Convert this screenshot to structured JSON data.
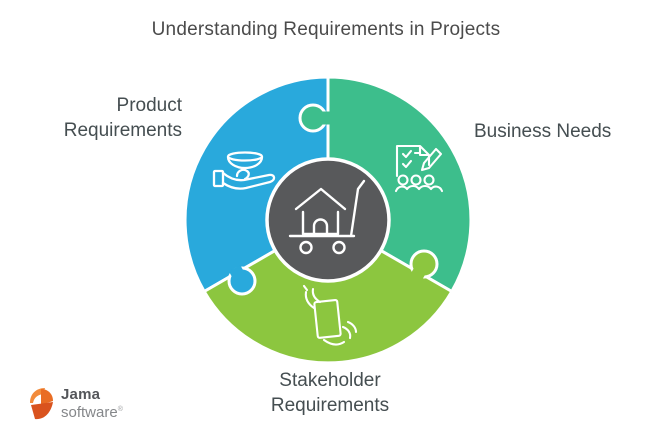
{
  "title": "Understanding Requirements in Projects",
  "diagram": {
    "icon_color": "#FFFFFF",
    "divider_color": "#FFFFFF",
    "segments": [
      {
        "name": "product-requirements",
        "label_line1": "Product",
        "label_line2": "Requirements",
        "color": "#29A9DC",
        "icon": "hand-offering-bowl-icon"
      },
      {
        "name": "business-needs",
        "label": "Business Needs",
        "color": "#3DBE8C",
        "icon": "checklist-team-icon"
      },
      {
        "name": "stakeholder-requirements",
        "label_line1": "Stakeholder",
        "label_line2": "Requirements",
        "color": "#8CC63F",
        "icon": "hands-holding-tablet-icon"
      }
    ],
    "center": {
      "color": "#58595B",
      "icon": "house-in-cart-icon"
    }
  },
  "logo": {
    "name": "Jama",
    "sub": "software",
    "reg": "®",
    "mark_colors": [
      "#D9531E",
      "#E96D24",
      "#F28B3B"
    ]
  }
}
